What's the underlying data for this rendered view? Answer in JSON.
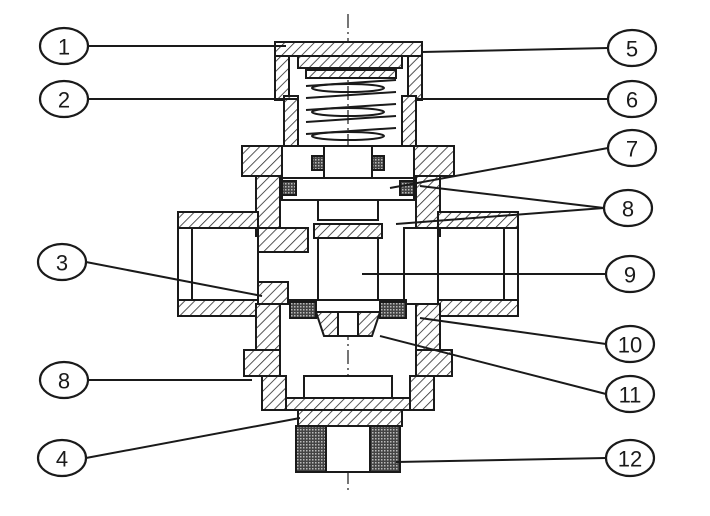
{
  "callouts": {
    "c1": "1",
    "c2": "2",
    "c3": "3",
    "c4": "4",
    "c5": "5",
    "c6": "6",
    "c7": "7",
    "c8a": "8",
    "c8b": "8",
    "c9": "9",
    "c10": "10",
    "c11": "11",
    "c12": "12"
  },
  "colors": {
    "ink": "#1a1a1a",
    "paper": "#ffffff",
    "hatch": "#2a2a2a"
  }
}
